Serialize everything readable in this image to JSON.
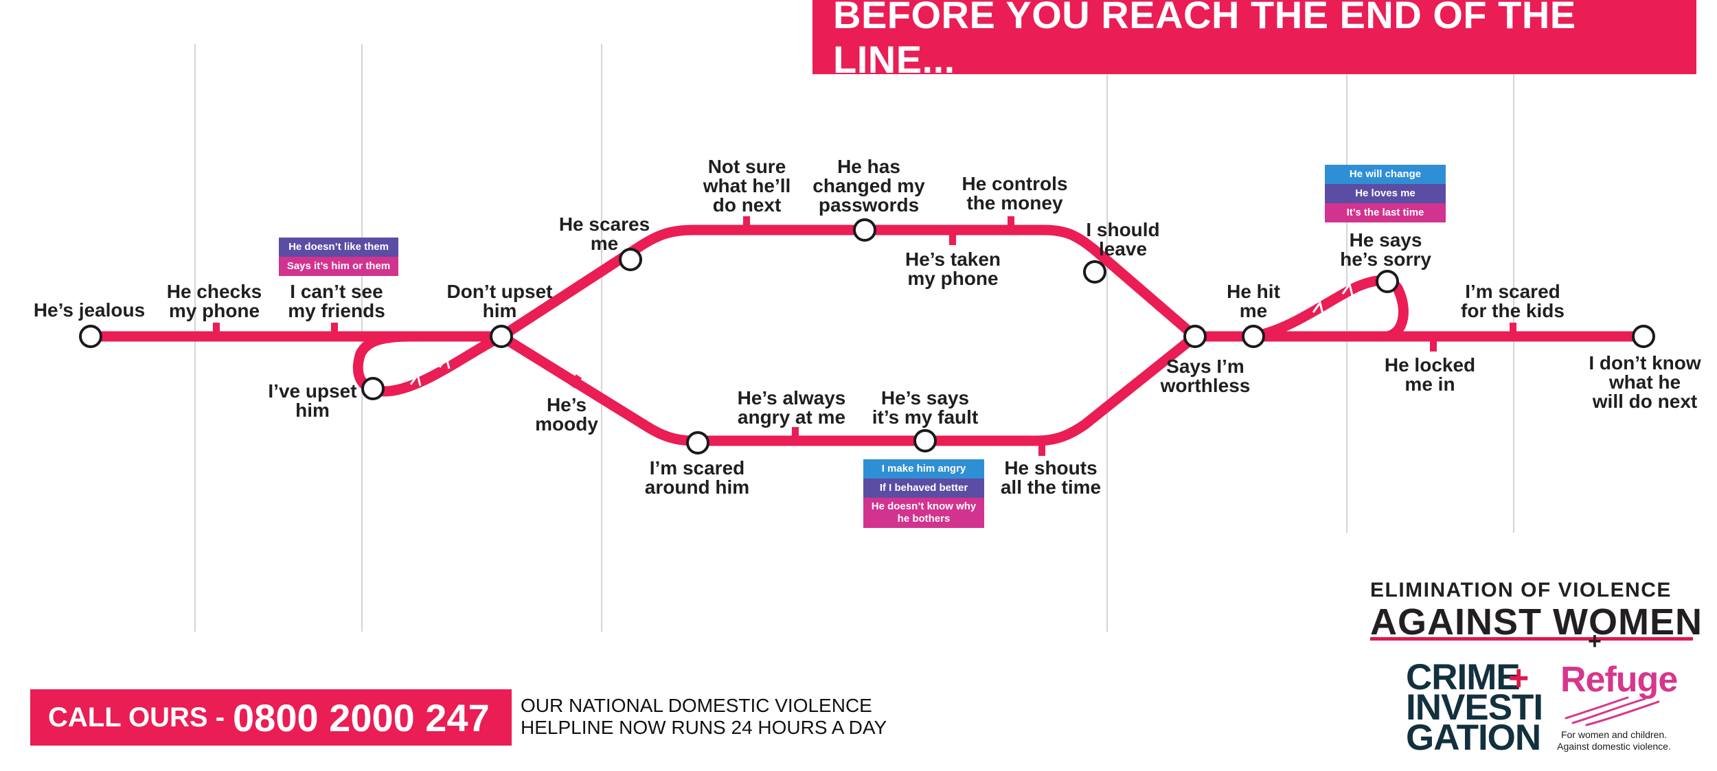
{
  "header": {
    "title": "BEFORE YOU REACH THE END OF THE LINE..."
  },
  "colors": {
    "accent": "#ea1d55",
    "tag_blue": "#2f8fd5",
    "tag_purple": "#5b4da3",
    "tag_magenta": "#d2338f"
  },
  "stops": [
    {
      "id": "jealous",
      "text": "He’s jealous"
    },
    {
      "id": "checks_phone",
      "text": "He checks\nmy phone"
    },
    {
      "id": "cant_see_friends",
      "text": "I can’t see\nmy friends"
    },
    {
      "id": "upset_him",
      "text": "I’ve upset\nhim"
    },
    {
      "id": "dont_upset",
      "text": "Don’t upset\nhim"
    },
    {
      "id": "scares_me",
      "text": "He scares\nme"
    },
    {
      "id": "not_sure",
      "text": "Not sure\nwhat he’ll\ndo next"
    },
    {
      "id": "passwords",
      "text": "He has\nchanged my\npasswords"
    },
    {
      "id": "controls_money",
      "text": "He controls\nthe money"
    },
    {
      "id": "taken_phone",
      "text": "He’s taken\nmy phone"
    },
    {
      "id": "should_leave",
      "text": "I should\nleave"
    },
    {
      "id": "moody",
      "text": "He’s\nmoody"
    },
    {
      "id": "scared_around",
      "text": "I’m scared\naround him"
    },
    {
      "id": "always_angry",
      "text": "He’s always\nangry at me"
    },
    {
      "id": "my_fault",
      "text": "He’s says\nit’s my fault"
    },
    {
      "id": "shouts",
      "text": "He shouts\nall the time"
    },
    {
      "id": "worthless",
      "text": "Says I’m\nworthless"
    },
    {
      "id": "hit_me",
      "text": "He hit\nme"
    },
    {
      "id": "sorry",
      "text": "He says\nhe’s sorry"
    },
    {
      "id": "locked_in",
      "text": "He locked\nme in"
    },
    {
      "id": "scared_kids",
      "text": "I’m scared\nfor the kids"
    },
    {
      "id": "dont_know",
      "text": "I don’t know\nwhat he\nwill do next"
    }
  ],
  "tag_groups": {
    "friends": [
      "He doesn’t like them",
      "Says it’s him or them"
    ],
    "fault": [
      "I make him angry",
      "If I behaved better",
      "He doesn’t know why\nhe bothers"
    ],
    "sorry": [
      "He will change",
      "He loves me",
      "It’s the last time"
    ]
  },
  "footer": {
    "call_prefix": "CALL OURS -",
    "call_number": "0800 2000 247",
    "helpline": "OUR NATIONAL DOMESTIC VIOLENCE\nHELPLINE NOW RUNS 24 HOURS A DAY"
  },
  "logos": {
    "evaw_line1": "ELIMINATION OF VIOLENCE",
    "evaw_line2": "AGAINST WOMEN",
    "crime_investigation": "CRIME\nINVESTI\nGATION",
    "refuge": "Refuge",
    "refuge_tagline": "For women and children.\nAgainst domestic violence."
  }
}
